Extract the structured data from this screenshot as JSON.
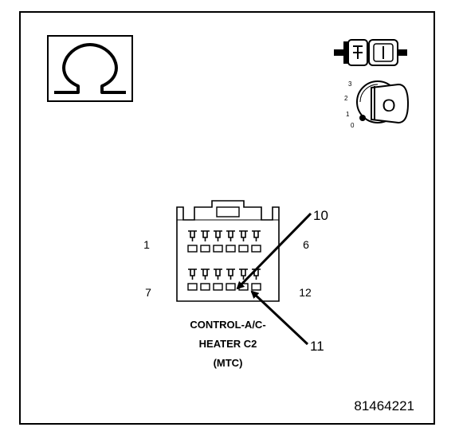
{
  "diagram": {
    "pin_labels": {
      "top_left": "1",
      "top_right": "6",
      "bottom_left": "7",
      "bottom_right": "12"
    },
    "callouts": {
      "upper": "10",
      "lower": "11"
    },
    "caption": {
      "line1": "CONTROL-A/C-",
      "line2": "HEATER C2",
      "line3": "(MTC)"
    },
    "figure_number": "81464221",
    "ignition_positions": [
      "3",
      "2",
      "1",
      "0"
    ],
    "key_glyph": "O",
    "icons": [
      "ohmmeter-symbol-icon",
      "connector-plug-icon",
      "ignition-switch-icon"
    ]
  }
}
